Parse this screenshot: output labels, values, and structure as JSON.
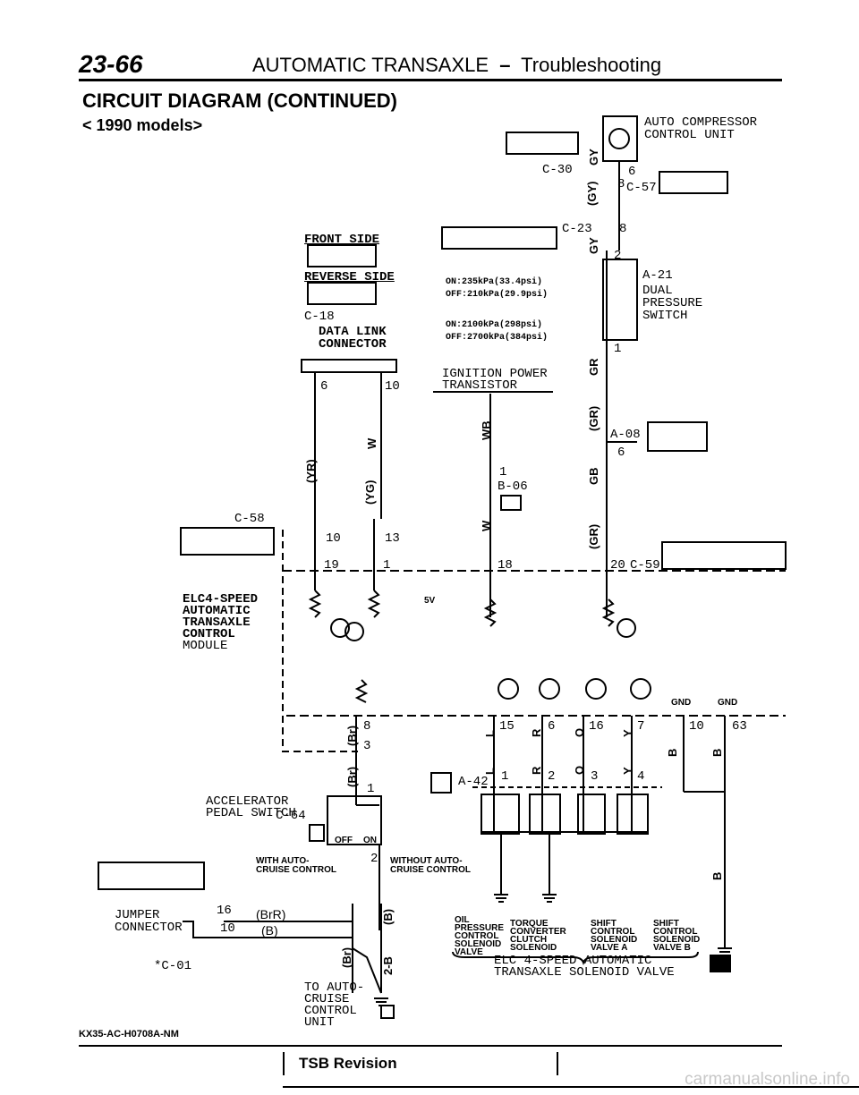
{
  "header": {
    "page_number": "23-66",
    "title_prefix": "AUTOMATIC TRANSAXLE",
    "title_dash": "–",
    "title_suffix": "Troubleshooting"
  },
  "section": {
    "title": "CIRCUIT DIAGRAM (CONTINUED)",
    "models": "< 1990 models>"
  },
  "labels": {
    "auto_compressor": [
      "AUTO COMPRESSOR",
      "CONTROL UNIT"
    ],
    "c30": "C-30",
    "c57": "C-57",
    "c23": "C-23",
    "front_side": "FRONT SIDE",
    "reverse_side": "REVERSE SIDE",
    "c18": "C-18",
    "data_link": [
      "DATA LINK",
      "CONNECTOR"
    ],
    "on_235": "ON:235kPa(33.4psi)",
    "off_210": "OFF:210kPa(29.9psi)",
    "on_2100": "ON:2100kPa(298psi)",
    "off_2700": "OFF:2700kPa(384psi)",
    "a21": "A-21",
    "dual_pressure": [
      "DUAL",
      "PRESSURE",
      "SWITCH"
    ],
    "ignition": [
      "IGNITION POWER",
      "TRANSISTOR"
    ],
    "a08": "A-08",
    "b06": "B-06",
    "c58": "C-58",
    "c59": "C-59",
    "elc_module": [
      "ELC4-SPEED",
      "AUTOMATIC",
      "TRANSAXLE",
      "CONTROL",
      "MODULE"
    ],
    "five_v": "5V",
    "gnd": "GND",
    "a42": "A-42",
    "accel_switch": [
      "ACCELERATOR",
      "PEDAL SWITCH"
    ],
    "c64": "C-64",
    "off": "OFF",
    "on": "ON",
    "with_cruise": [
      "WITH AUTO-",
      "CRUISE CONTROL"
    ],
    "without_cruise": [
      "WITHOUT AUTO-",
      "CRUISE CONTROL"
    ],
    "jumper": [
      "JUMPER",
      "CONNECTOR"
    ],
    "c01": "*C-01",
    "to_auto": [
      "TO AUTO-",
      "CRUISE",
      "CONTROL",
      "UNIT"
    ],
    "solenoids": [
      [
        "OIL",
        "PRESSURE",
        "CONTROL",
        "SOLENOID",
        "VALVE"
      ],
      [
        "TORQUE",
        "CONVERTER",
        "CLUTCH",
        "SOLENOID"
      ],
      [
        "SHIFT",
        "CONTROL",
        "SOLENOID",
        "VALVE A"
      ],
      [
        "SHIFT",
        "CONTROL",
        "SOLENOID",
        "VALVE B"
      ]
    ],
    "elc_valve": [
      "ELC 4-SPEED AUTOMATIC",
      "TRANSAXLE SOLENOID VALVE"
    ]
  },
  "wires": {
    "gy": "GY",
    "gy_paren": "(GY)",
    "gr": "GR",
    "gr_paren": "(GR)",
    "gb": "GB",
    "yr": "(YR)",
    "w": "W",
    "yg": "(YG)",
    "wb": "WB",
    "br": "(Br)",
    "br_r": "(Br)",
    "l": "L",
    "r": "R",
    "o": "O",
    "y": "Y",
    "b": "B",
    "b_paren": "(B)",
    "brr": "(BrR)",
    "brb": "(Br)",
    "two_b": "2-B"
  },
  "pins": {
    "p6": "6",
    "p8": "8",
    "p2": "2",
    "p1": "1",
    "p10": "10",
    "p13": "13",
    "p19": "19",
    "p18": "18",
    "p20": "20",
    "p15": "15",
    "p16": "16",
    "p7": "7",
    "p63": "63",
    "p3": "3",
    "p4": "4",
    "p16j": "16",
    "p10j": "10"
  },
  "footer": {
    "code": "KX35-AC-H0708A-NM",
    "tsb": "TSB Revision",
    "watermark": "carmanualsonline.info"
  }
}
